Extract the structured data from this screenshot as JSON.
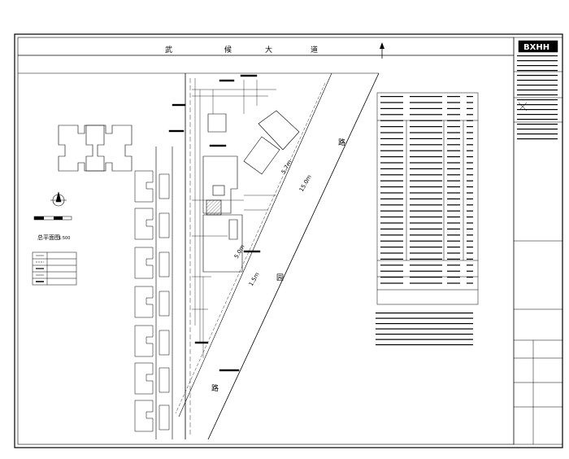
{
  "drawing": {
    "road_top": [
      "武",
      "候",
      "大",
      "道"
    ],
    "road_right": "路",
    "road_bottom": "路",
    "road_mid": "园",
    "key_plan_title": "总平面图",
    "logo": "BXHH",
    "scale_bar": "1:500",
    "dimensions": [
      "5.7m",
      "15.0m",
      "5.0m",
      "1.5m"
    ]
  },
  "legend": {
    "rows": 5
  },
  "spec_table": {
    "visible_rows": 32
  },
  "notes": {
    "lines": 7
  },
  "title_block": {
    "rows": 18
  },
  "colors": {
    "ink": "#000000",
    "paper": "#ffffff",
    "hatch": "#333333"
  }
}
